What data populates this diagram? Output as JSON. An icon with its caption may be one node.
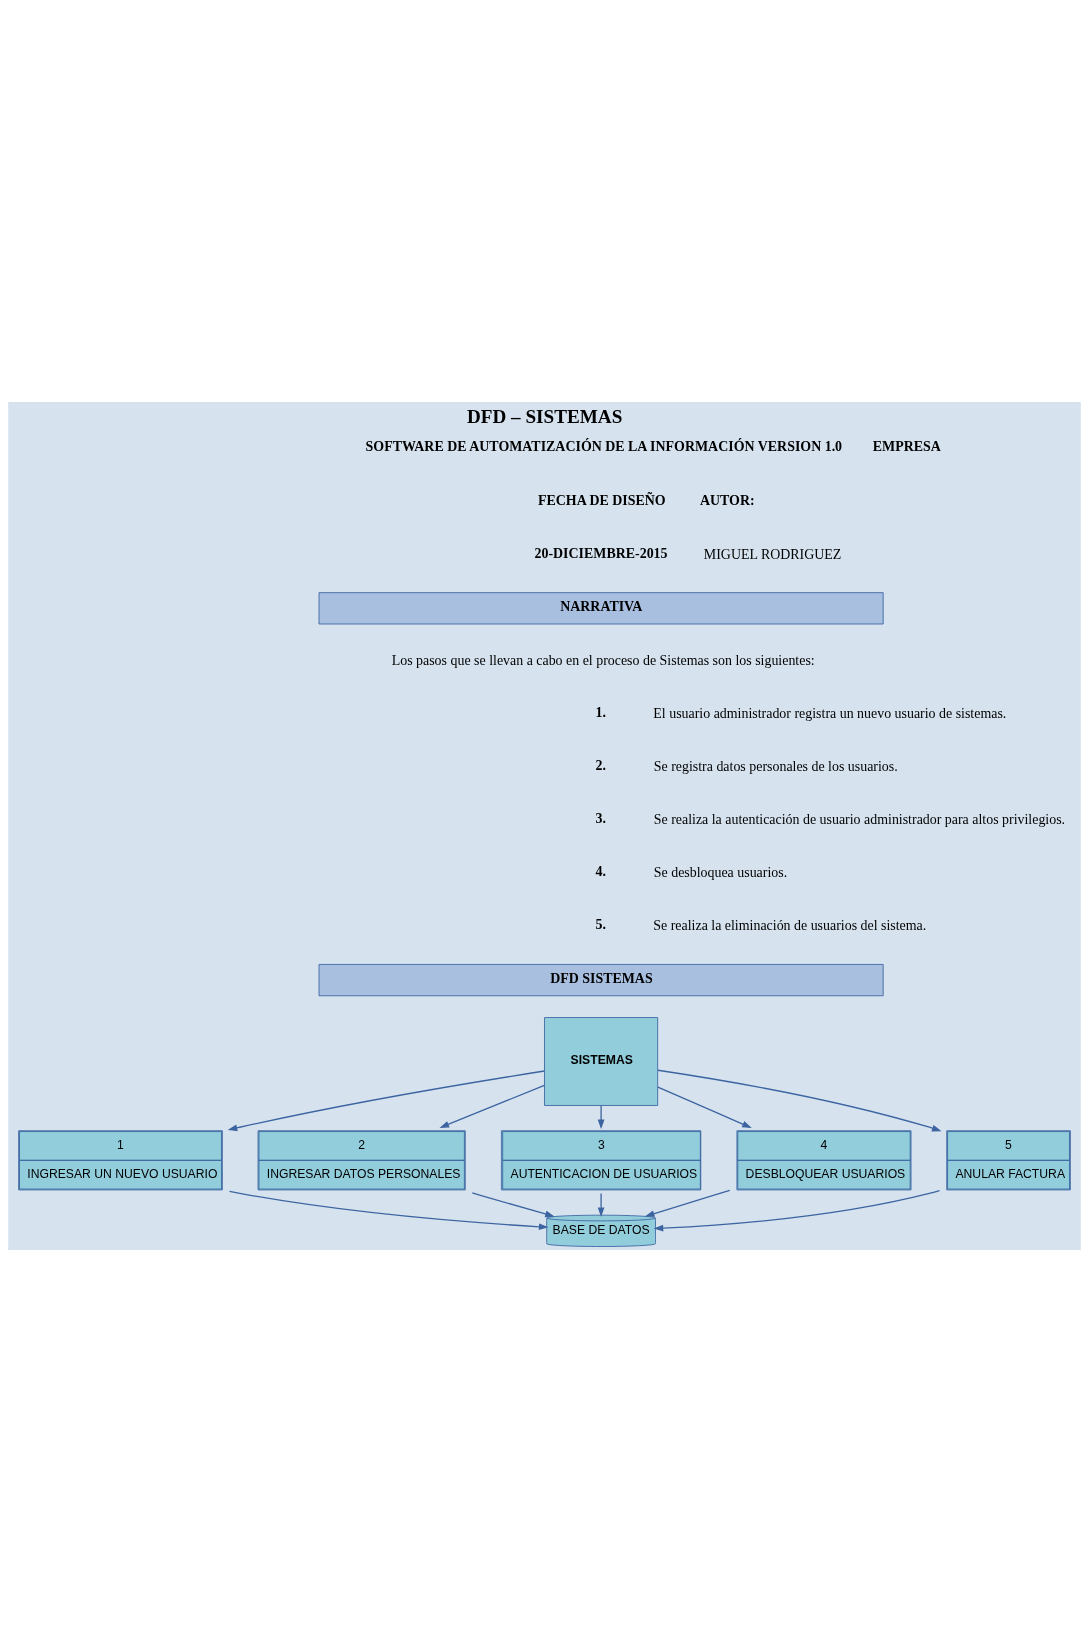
{
  "diagram": {
    "title": "DFD – SISTEMAS",
    "nodes": [
      {
        "text": [
          "SISTEMAS"
        ]
      },
      {
        "text": [
          "1",
          "INGRESAR UN NUEVO USUARIO"
        ]
      },
      {
        "text": [
          "2",
          "INGRESAR DATOS PERSONALES"
        ]
      },
      {
        "text": [
          "3",
          "AUTENTICACION DE USUARIOS"
        ]
      },
      {
        "text": [
          "4",
          "DESBLOQUEAR USUARIOS"
        ]
      },
      {
        "text": [
          "5",
          "ANULAR FACTURA"
        ]
      },
      {
        "text": [
          "BASE DE DATOS"
        ]
      }
    ],
    "edges": [
      {
        "from": 0,
        "to": 1,
        "arrow": "to"
      },
      {
        "from": 0,
        "to": 2,
        "arrow": "to"
      },
      {
        "from": 0,
        "to": 3,
        "arrow": "to"
      },
      {
        "from": 0,
        "to": 4,
        "arrow": "to"
      },
      {
        "from": 0,
        "to": 5,
        "arrow": "to"
      },
      {
        "from": 1,
        "to": 6,
        "arrow": "to"
      },
      {
        "from": 2,
        "to": 6,
        "arrow": "to"
      },
      {
        "from": 3,
        "to": 6,
        "arrow": "to"
      },
      {
        "from": 4,
        "to": 6,
        "arrow": "to"
      },
      {
        "from": 5,
        "to": 6,
        "arrow": "to"
      }
    ],
    "labels": [
      "SOFTWARE DE AUTOMATIZACIÓN DE LA INFORMACIÓN VERSION 1.0",
      "EMPRESA",
      "FECHA DE DISEÑO",
      "20-DICIEMBRE-2015",
      "AUTOR:",
      "MIGUEL RODRIGUEZ",
      "NARRATIVA",
      "Los pasos que se llevan a cabo en el proceso de Sistemas son los siguientes:",
      "1.",
      "El usuario administrador registra un nuevo usuario de sistemas.",
      "2.",
      "Se registra datos personales de los usuarios.",
      "3.",
      "Se realiza la autenticación de usuario administrador para altos privilegios.",
      "4.",
      "Se desbloquea usuarios.",
      "5.",
      "Se realiza la eliminación de usuarios del sistema.",
      "DFD SISTEMAS"
    ]
  }
}
